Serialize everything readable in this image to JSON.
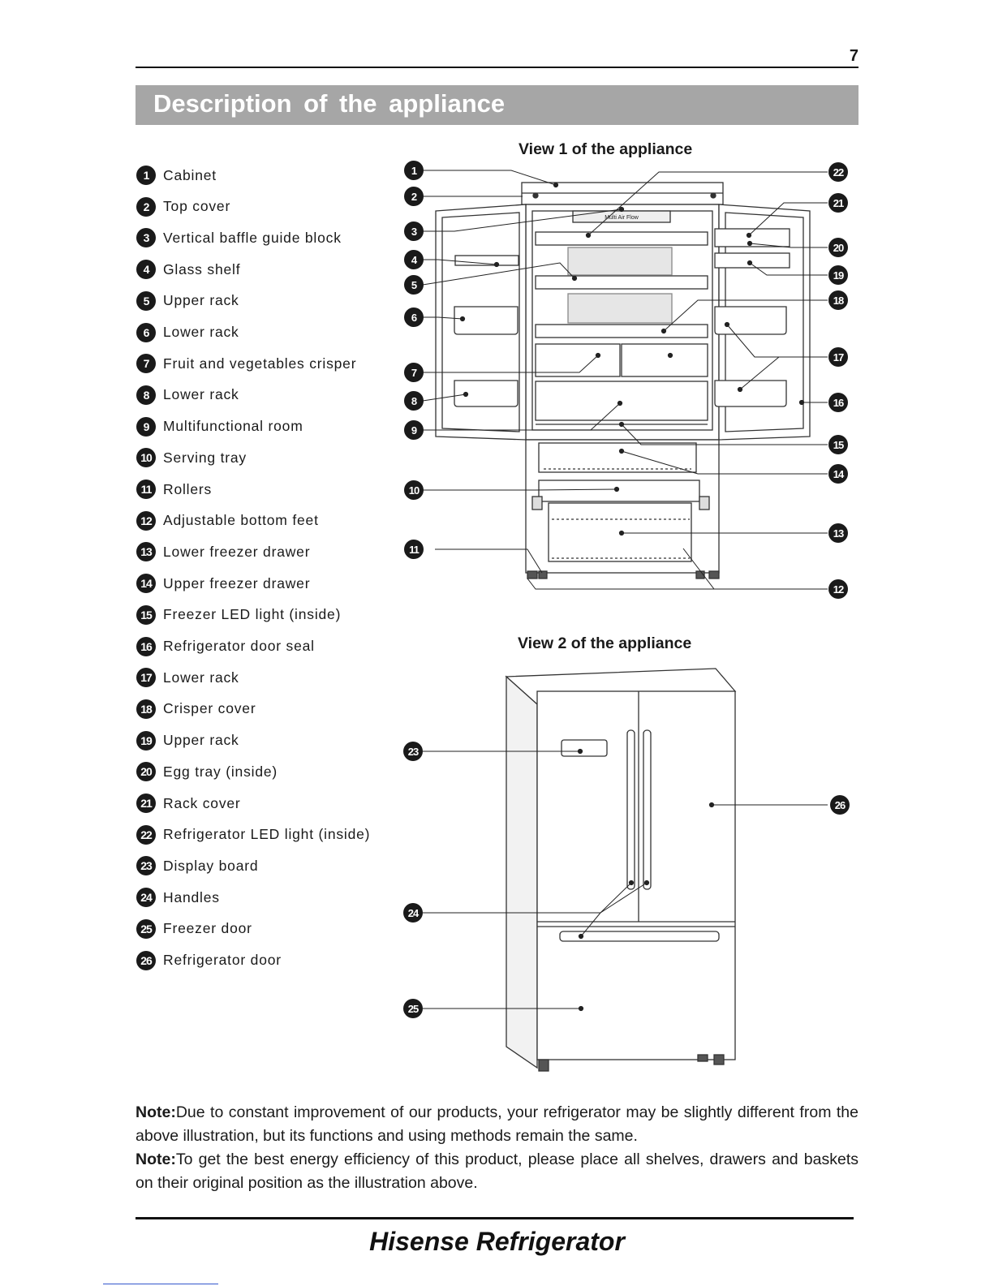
{
  "page_number": "7",
  "section_title": "Description of the appliance",
  "parts": [
    {
      "num": "1",
      "label": "Cabinet"
    },
    {
      "num": "2",
      "label": "Top cover"
    },
    {
      "num": "3",
      "label": "Vertical baffle guide block"
    },
    {
      "num": "4",
      "label": "Glass shelf"
    },
    {
      "num": "5",
      "label": "Upper rack"
    },
    {
      "num": "6",
      "label": "Lower rack"
    },
    {
      "num": "7",
      "label": "Fruit and vegetables crisper"
    },
    {
      "num": "8",
      "label": "Lower rack"
    },
    {
      "num": "9",
      "label": "Multifunctional room"
    },
    {
      "num": "10",
      "label": "Serving tray"
    },
    {
      "num": "11",
      "label": "Rollers"
    },
    {
      "num": "12",
      "label": "Adjustable bottom feet"
    },
    {
      "num": "13",
      "label": "Lower freezer drawer"
    },
    {
      "num": "14",
      "label": "Upper freezer drawer"
    },
    {
      "num": "15",
      "label": "Freezer LED light (inside)"
    },
    {
      "num": "16",
      "label": "Refrigerator door seal"
    },
    {
      "num": "17",
      "label": "Lower rack"
    },
    {
      "num": "18",
      "label": "Crisper cover"
    },
    {
      "num": "19",
      "label": "Upper rack"
    },
    {
      "num": "20",
      "label": "Egg tray (inside)"
    },
    {
      "num": "21",
      "label": "Rack cover"
    },
    {
      "num": "22",
      "label": "Refrigerator LED light (inside)"
    },
    {
      "num": "23",
      "label": "Display board"
    },
    {
      "num": "24",
      "label": "Handles"
    },
    {
      "num": "25",
      "label": "Freezer door"
    },
    {
      "num": "26",
      "label": "Refrigerator door"
    }
  ],
  "view1": {
    "title": "View 1 of the appliance",
    "callouts_left": [
      "1",
      "2",
      "3",
      "4",
      "5",
      "6",
      "7",
      "8",
      "9",
      "10",
      "11"
    ],
    "callouts_right": [
      "22",
      "21",
      "20",
      "19",
      "18",
      "17",
      "16",
      "15",
      "14",
      "13",
      "12"
    ],
    "panel_text": "Multi Air Flow"
  },
  "view2": {
    "title": "View 2 of the appliance",
    "callouts_left": [
      "23",
      "24",
      "25"
    ],
    "callouts_right": [
      "26"
    ]
  },
  "notes": [
    {
      "label": "Note:",
      "text": "Due to constant improvement of our products, your refrigerator may be slightly different from the above illustration, but its functions and using methods remain the same."
    },
    {
      "label": "Note:",
      "text": "To get the best energy efficiency of this product, please place all shelves, drawers and baskets on their original position as the illustration above."
    }
  ],
  "footer_brand": "Hisense Refrigerator"
}
